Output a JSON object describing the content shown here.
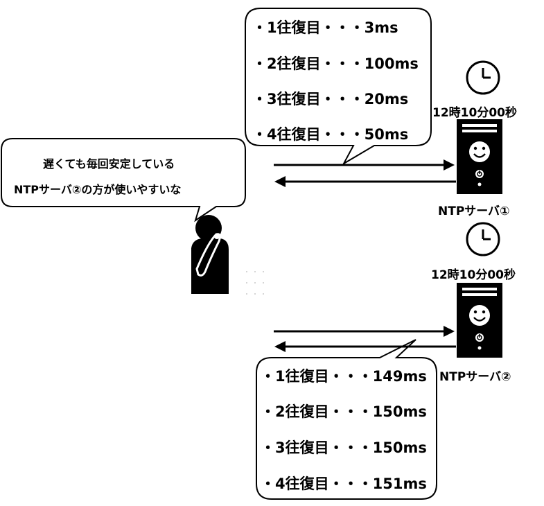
{
  "server1": {
    "time": "12時10分00秒",
    "label": "NTPサーバ①",
    "round_trips": [
      "・1往復目・・・3ms",
      "・2往復目・・・100ms",
      "・3往復目・・・20ms",
      "・4往復目・・・50ms"
    ]
  },
  "server2": {
    "time": "12時10分00秒",
    "label": "NTPサーバ②",
    "round_trips": [
      "・1往復目・・・149ms",
      "・2往復目・・・150ms",
      "・3往復目・・・150ms",
      "・4往復目・・・151ms"
    ]
  },
  "speech": {
    "lines": [
      "遅くても毎回安定している",
      "NTPサーバ②の方が使いやすいな"
    ]
  },
  "icons": [
    "clock-icon",
    "server-icon",
    "smiley-icon",
    "power-icon",
    "person-thinking-icon"
  ]
}
